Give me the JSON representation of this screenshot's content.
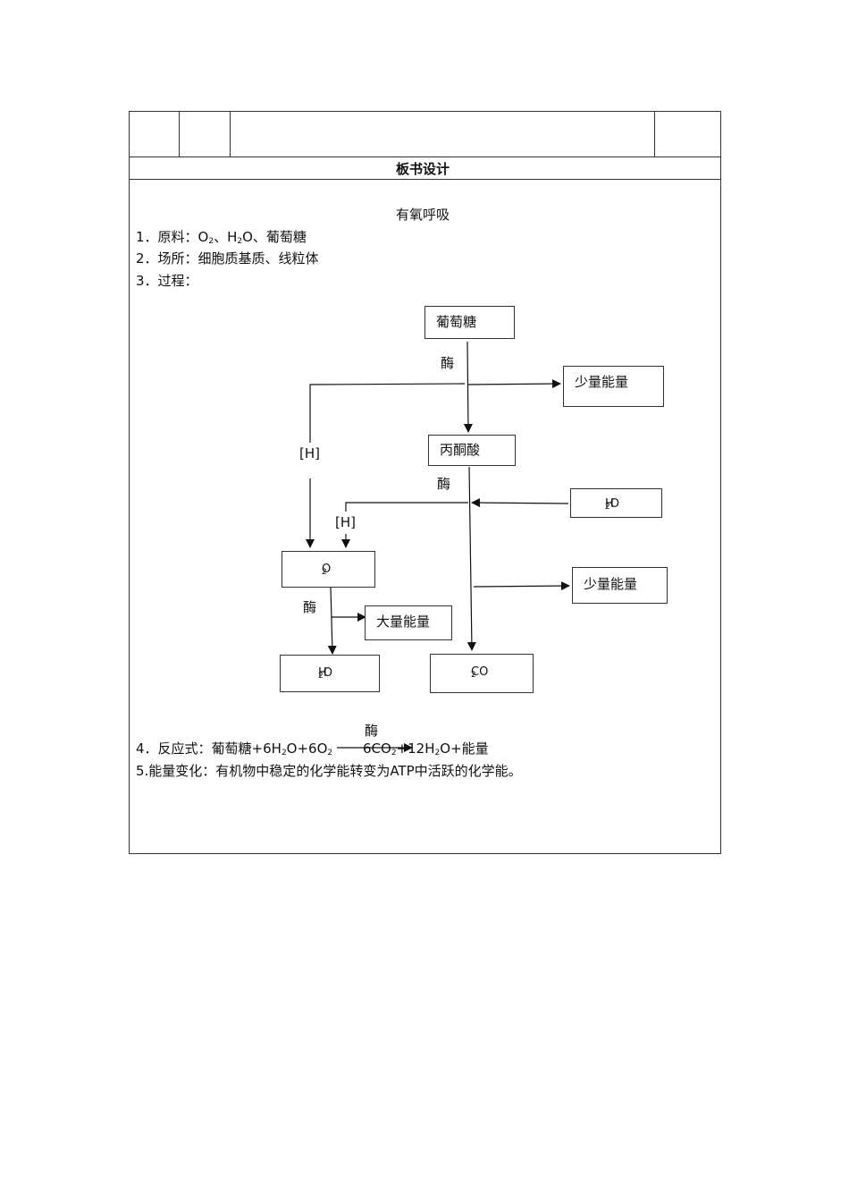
{
  "section_title": "板书设计",
  "topic": "有氧呼吸",
  "item1_prefix": "1．原料：",
  "item1_o": "O",
  "item1_o_sub": "2",
  "item1_sep1": "、H",
  "item1_h_sub": "2",
  "item1_rest": "O、葡萄糖",
  "item2": "2．场所：细胞质基质、线粒体",
  "item3": "3．过程：",
  "diagram": {
    "glucose": "葡萄糖",
    "enzyme1": "酶",
    "little_energy_1": "少量能量",
    "h_left": "[H]",
    "pyruvate": "丙酮酸",
    "enzyme2": "酶",
    "water_in_h": "H",
    "water_in_sub": "2",
    "water_in_o": "O",
    "h_mid": "[H]",
    "oxygen": "O",
    "oxygen_sub": "2",
    "little_energy_2": "少量能量",
    "enzyme3": "酶",
    "much_energy": "大量能量",
    "water_out_h": "H",
    "water_out_sub": "2",
    "water_out_o": "O",
    "co2_c": "CO",
    "co2_sub": "2"
  },
  "equation": {
    "enzyme": "酶",
    "prefix": "4．反应式：葡萄糖+6H",
    "s1": "2",
    "p2": "O+6O",
    "s2": "2",
    "p3": "6CO",
    "s3": "2",
    "p4": "+12H",
    "s4": "2",
    "p5": "O+能量"
  },
  "item5": "5.能量变化：有机物中稳定的化学能转变为ATP中活跃的化学能。"
}
